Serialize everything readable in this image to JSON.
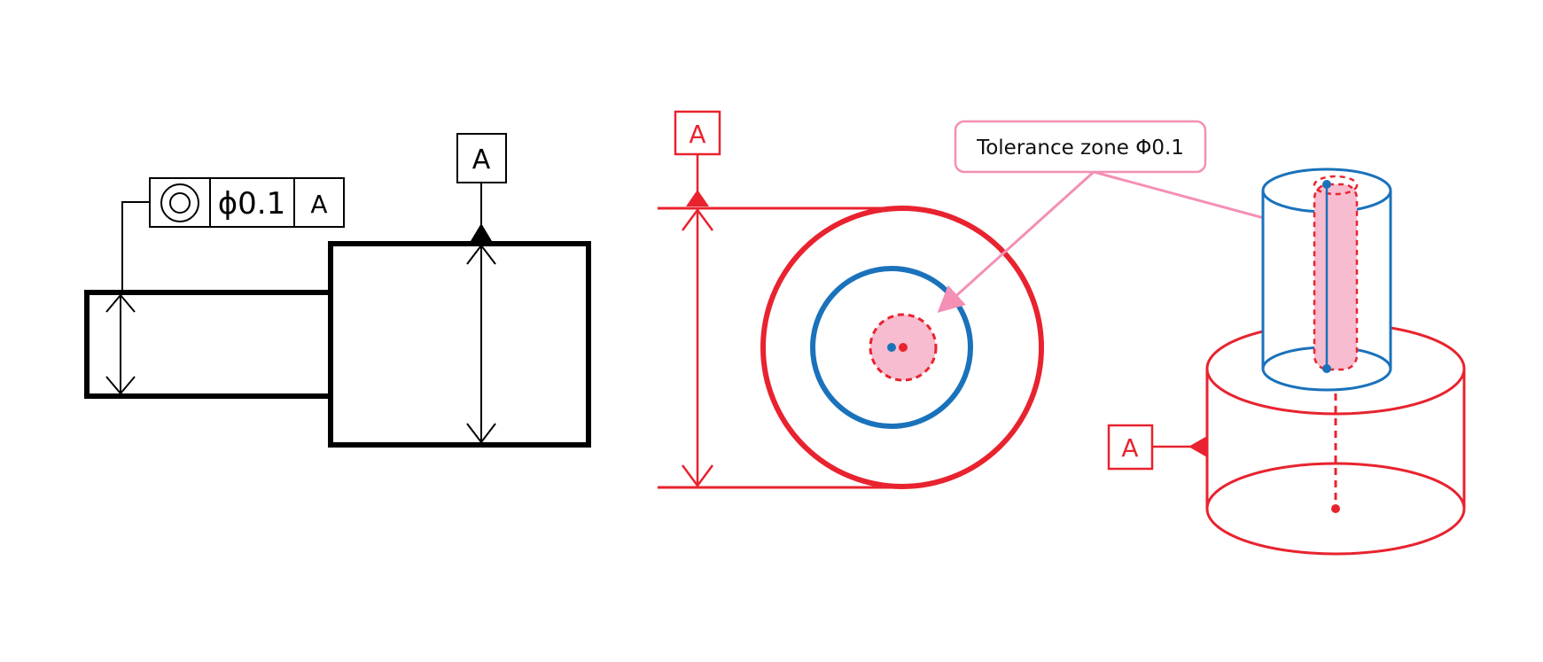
{
  "left_drawing": {
    "frame": {
      "symbol_icon": "concentricity-icon",
      "tolerance": "ϕ0.1",
      "datum_ref": "A"
    },
    "datum_label": "A"
  },
  "middle_drawing": {
    "datum_label": "A"
  },
  "callout": {
    "text": "Tolerance zone Φ0.1"
  },
  "right_drawing": {
    "datum_label": "A"
  },
  "colors": {
    "black": "#000000",
    "red": "#e8232f",
    "blue": "#1a72bb",
    "pink": "#f48fb6",
    "pink_fill": "#f8bcd0"
  }
}
